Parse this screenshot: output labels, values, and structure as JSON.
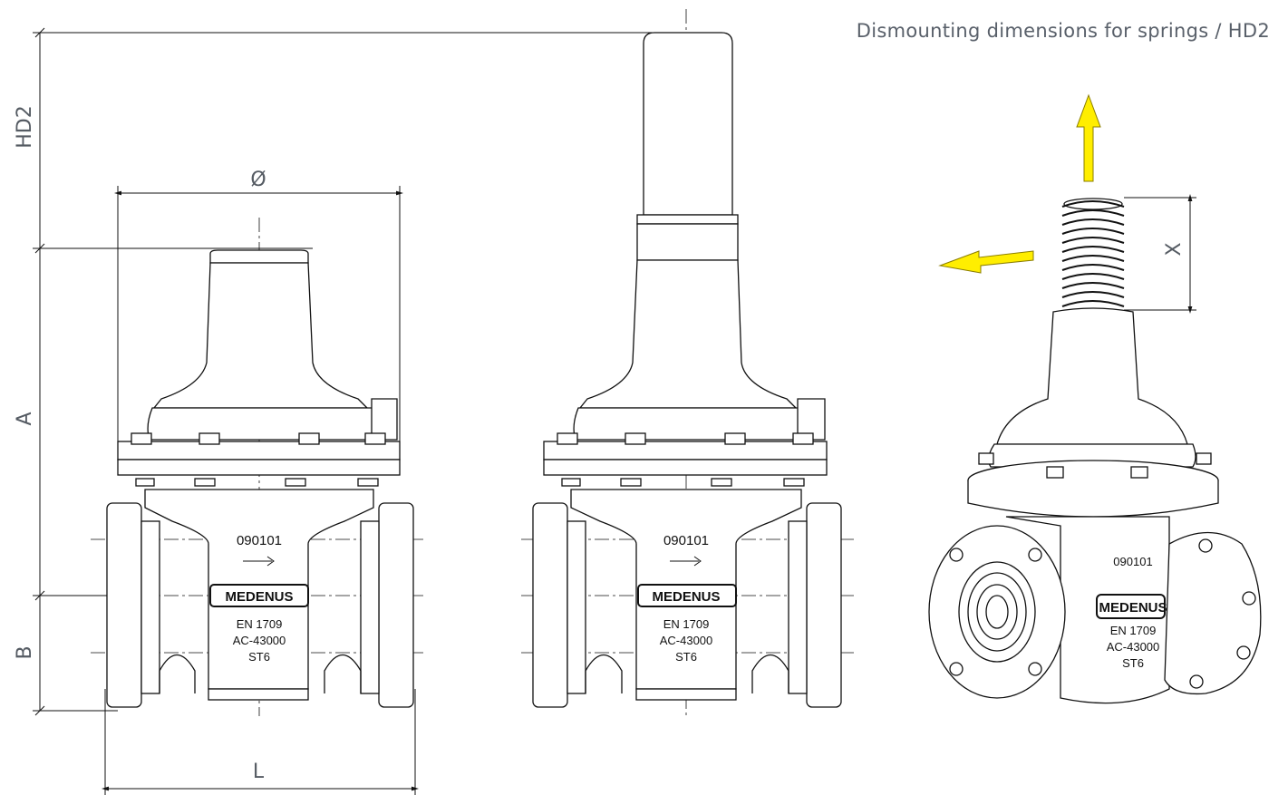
{
  "caption": "Dismounting dimensions for springs / HD2",
  "dimensions": {
    "hd2": "HD2",
    "a": "A",
    "b": "B",
    "diameter": "Ø",
    "l": "L",
    "x": "X"
  },
  "valve_markings": {
    "serial": "090101",
    "brand": "MEDENUS",
    "standard": "EN 1709",
    "approval": "AC-43000",
    "class": "ST6"
  },
  "colors": {
    "arrow": "#ffee00",
    "line": "#111111",
    "dimension_text": "#555b63"
  }
}
